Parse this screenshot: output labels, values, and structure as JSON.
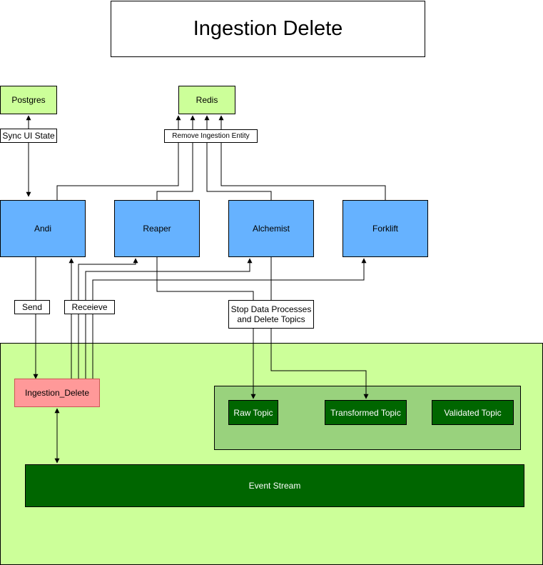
{
  "title": "Ingestion Delete",
  "stores": {
    "postgres": "Postgres",
    "redis": "Redis"
  },
  "services": {
    "andi": "Andi",
    "reaper": "Reaper",
    "alchemist": "Alchemist",
    "forklift": "Forklift"
  },
  "edge_labels": {
    "sync_ui_state": "Sync UI State",
    "remove_ingestion_entity": "Remove Ingestion Entity",
    "send": "Send",
    "receive": "Receieve",
    "stop_line1": "Stop Data Processes",
    "stop_line2": "and Delete Topics"
  },
  "event_stream_zone": {
    "ingestion_topic": "Ingestion_Delete",
    "topics": {
      "raw": "Raw Topic",
      "transformed": "Transformed Topic",
      "validated": "Validated Topic"
    },
    "event_stream": "Event Stream"
  },
  "colors": {
    "store_fill": "#ccff99",
    "service_fill": "#66b2ff",
    "zone_fill": "#ccff99",
    "topic_area_fill": "#99d27d",
    "topic_fill": "#006600",
    "ingestion_fill": "#ff9999"
  }
}
